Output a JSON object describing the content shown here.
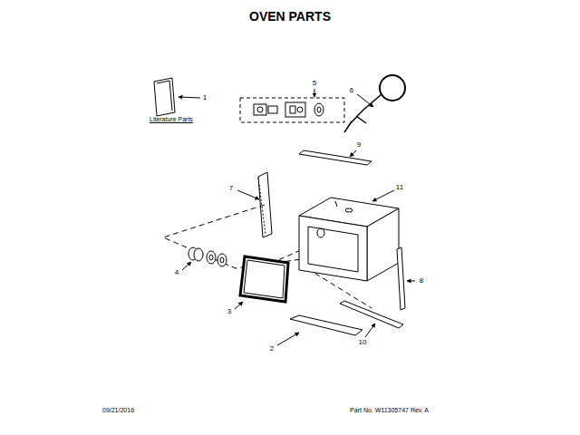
{
  "diagram": {
    "title": "OVEN PARTS",
    "labels": [
      "Literature Parts",
      "1",
      "5",
      "6",
      "9",
      "7",
      "11",
      "4",
      "8",
      "3",
      "2",
      "10",
      "09/21/2016",
      "Part No. W11305747 Rev. A"
    ]
  }
}
